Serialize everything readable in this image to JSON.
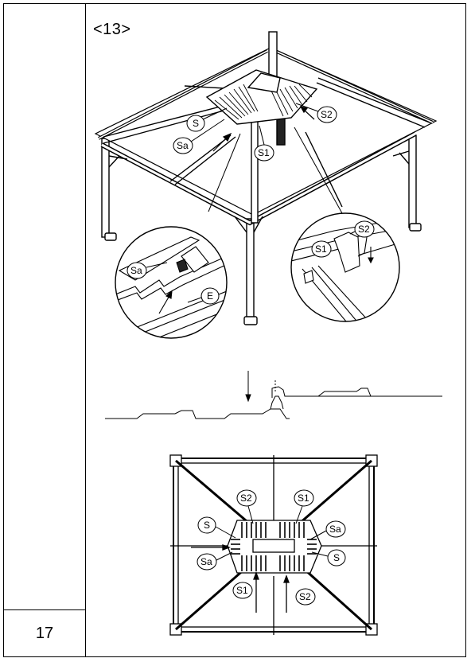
{
  "page": {
    "number": "17",
    "step": "<13>"
  },
  "labels": {
    "S": "S",
    "Sa": "Sa",
    "S1": "S1",
    "S2": "S2",
    "E": "E"
  }
}
